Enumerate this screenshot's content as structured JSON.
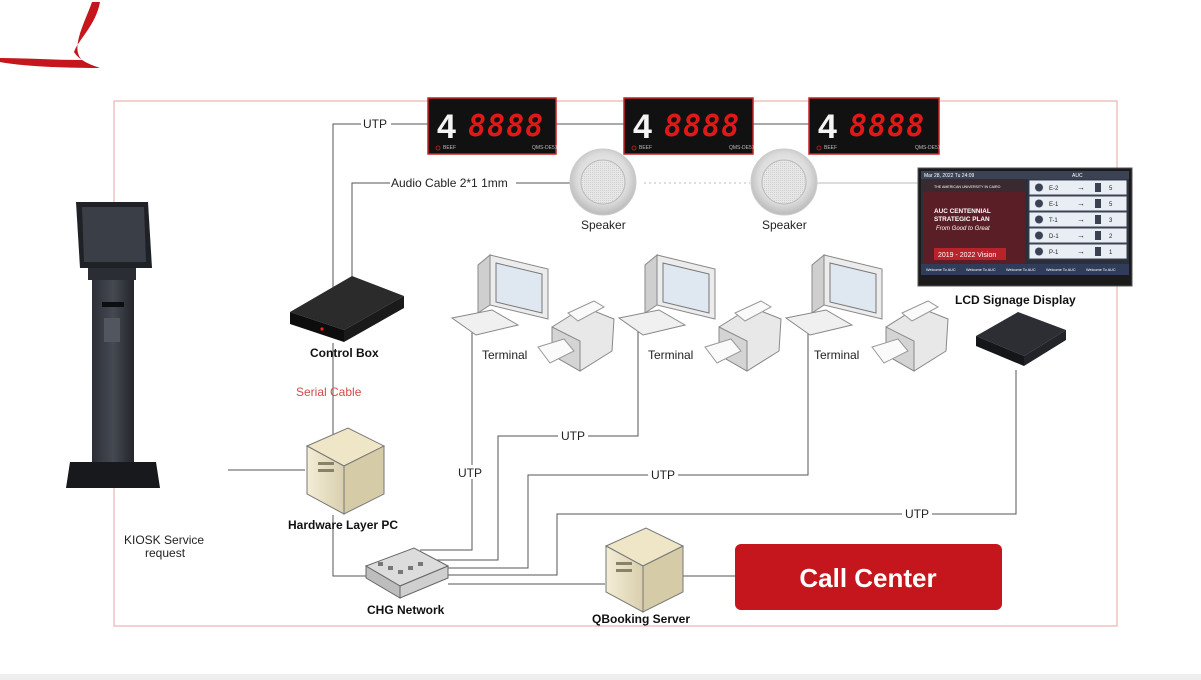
{
  "diagram": {
    "counter_displays": [
      {
        "number": "4",
        "digits": "8888",
        "small_left": "BEEF",
        "small_right": "QMS-DE51"
      },
      {
        "number": "4",
        "digits": "8888",
        "small_left": "BEEF",
        "small_right": "QMS-DE51"
      },
      {
        "number": "4",
        "digits": "8888",
        "small_left": "BEEF",
        "small_right": "QMS-DE51"
      }
    ],
    "links": {
      "utp_top": "UTP",
      "audio_cable": "Audio Cable 2*1 1mm",
      "serial_cable": "Serial Cable",
      "utp_terminal1": "UTP",
      "utp_terminal2": "UTP",
      "utp_terminal3": "UTP",
      "utp_signage": "UTP"
    },
    "nodes": {
      "speaker_1": "Speaker",
      "speaker_2": "Speaker",
      "control_box": "Control Box",
      "terminal_1": "Terminal",
      "terminal_2": "Terminal",
      "terminal_3": "Terminal",
      "signage": "LCD Signage Display",
      "kiosk_line1": "KIOSK Service",
      "kiosk_line2": "request",
      "hardware_pc": "Hardware Layer PC",
      "chg_network": "CHG Network",
      "qbooking": "QBooking Server",
      "call_center": "Call Center"
    },
    "signage_screen": {
      "date": "Mar 28, 2022  Tu 24:09",
      "header_right": "AUC",
      "org": "THE AMERICAN UNIVERSITY IN CAIRO",
      "headline1": "AUC CENTENNIAL",
      "headline2": "STRATEGIC PLAN",
      "tagline": "From Good to Great",
      "vision": "2019 - 2022 Vision",
      "ticker": [
        "Welcome To AUC",
        "Welcome To AUC",
        "Welcome To AUC",
        "Welcome To AUC",
        "Welcome To AUC"
      ],
      "queue": [
        {
          "ticket": "E-2",
          "counter": "5"
        },
        {
          "ticket": "E-1",
          "counter": "5"
        },
        {
          "ticket": "T-1",
          "counter": "3"
        },
        {
          "ticket": "D-1",
          "counter": "2"
        },
        {
          "ticket": "P-1",
          "counter": "1"
        }
      ]
    },
    "colors": {
      "accent_red": "#c4161c",
      "border_red": "#e8a0a0",
      "call_center_bg": "#c4161c",
      "led_red": "#e01818"
    }
  }
}
